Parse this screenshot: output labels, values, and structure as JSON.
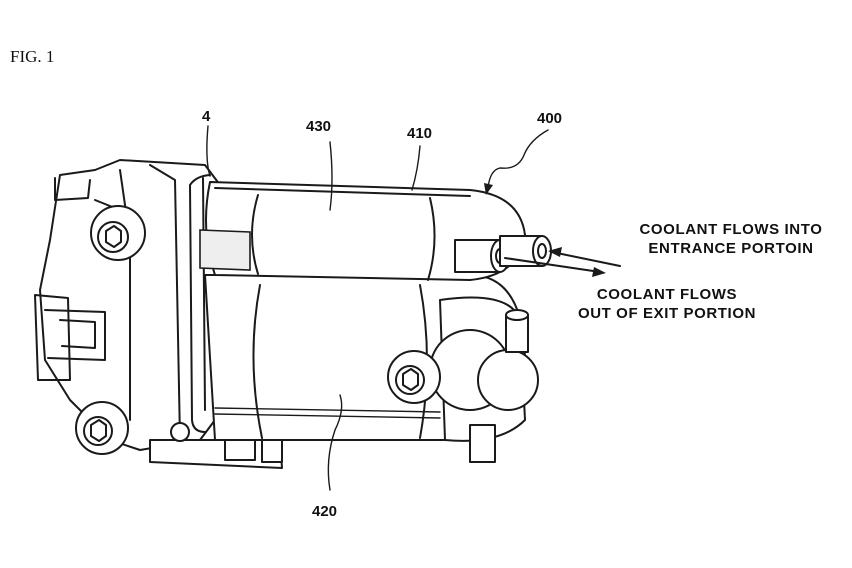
{
  "figure_label": "FIG. 1",
  "refs": {
    "r4": "4",
    "r430": "430",
    "r410": "410",
    "r400": "400",
    "r420": "420"
  },
  "notes": {
    "inflow_line1": "COOLANT FLOWS INTO",
    "inflow_line2": "ENTRANCE PORTOIN",
    "outflow_line1": "COOLANT FLOWS",
    "outflow_line2": "OUT OF EXIT PORTION"
  }
}
